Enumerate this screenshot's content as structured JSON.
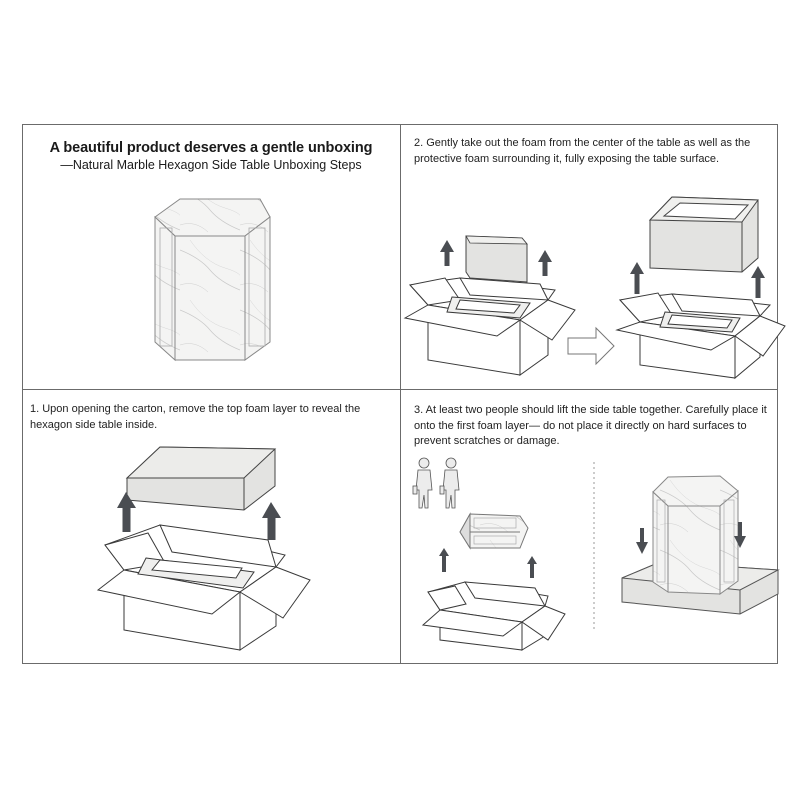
{
  "header": {
    "title": "A beautiful product deserves a gentle unboxing",
    "subtitle": "—Natural Marble Hexagon Side Table Unboxing Steps"
  },
  "steps": {
    "step1": "1. Upon opening the carton, remove the top foam layer to reveal the hexagon side table inside.",
    "step2": "2. Gently take out the foam from the center of the table as well as the protective foam surrounding it, fully exposing the table surface.",
    "step3": "3. At least two people should lift the side table together. Carefully place it onto the first foam layer— do not place it directly on hard surfaces to prevent scratches or damage."
  },
  "colors": {
    "frame": "#6b6b6b",
    "arrow": "#4a4d52",
    "foam": "#e6e6e4",
    "box_line": "#3a3a3a"
  }
}
